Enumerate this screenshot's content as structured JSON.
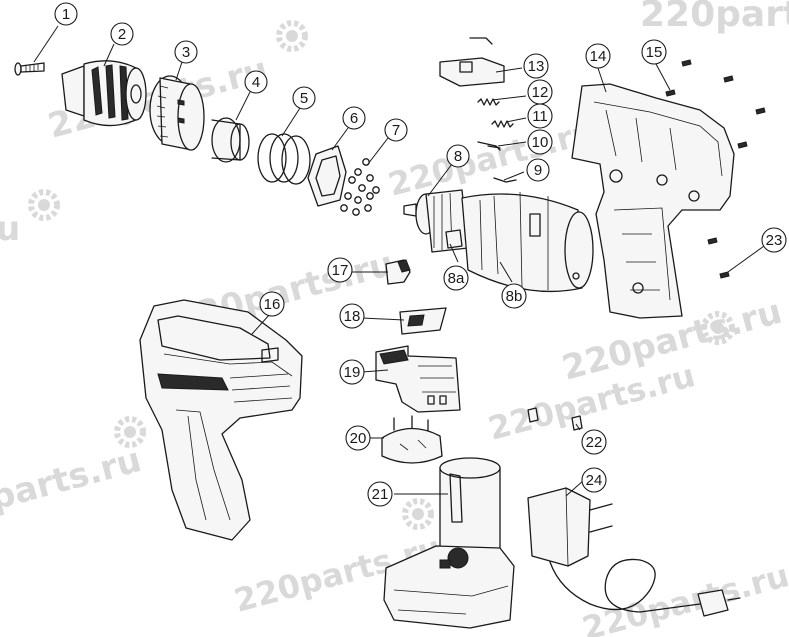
{
  "watermark": {
    "text": "220parts.ru",
    "fragments": [
      "220parts",
      "u",
      "220parts.ru",
      "parts.ru",
      "220parts.ru",
      "220parts.ru",
      "220parts.ru",
      "220parts.ru"
    ]
  },
  "callouts": [
    "1",
    "2",
    "3",
    "4",
    "5",
    "6",
    "7",
    "8",
    "9",
    "10",
    "11",
    "12",
    "13",
    "14",
    "15",
    "16",
    "17",
    "18",
    "19",
    "20",
    "21",
    "22",
    "23",
    "24",
    "8a",
    "8b"
  ],
  "colors": {
    "line": "#1a1a1a",
    "watermark": "#d9d9d9",
    "watermark_dot": "#e2a3a3",
    "background": "#ffffff"
  }
}
